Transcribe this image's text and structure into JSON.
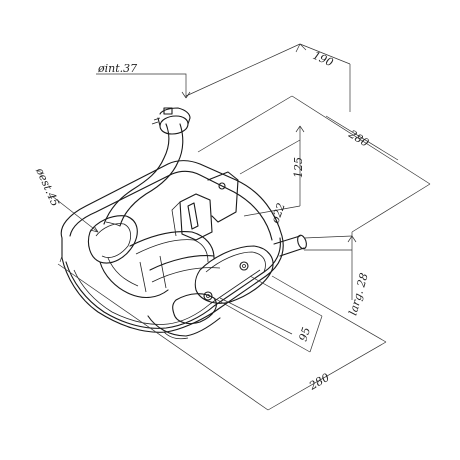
{
  "drawing": {
    "dimensions": {
      "inlet_internal_diameter": "øint.37",
      "inlet_external_diameter": "øest.45",
      "depth_top": "190",
      "length_top": "280",
      "height": "125",
      "outlet_diameter": "ø22",
      "outlet_width": "larg. 28",
      "outlet_offset": "95",
      "length_bottom": "280"
    },
    "colors": {
      "line": "#1a1a1a",
      "background": "#ffffff"
    }
  }
}
